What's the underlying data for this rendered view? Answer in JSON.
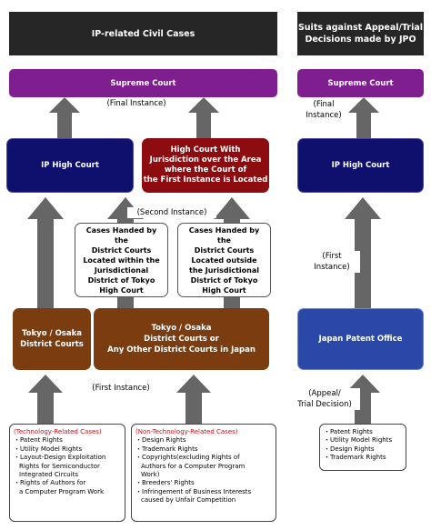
{
  "headers": {
    "civil": "IP-related Civil Cases",
    "appeal_line1": "Suits against Appeal/Trial",
    "appeal_line2": "Decisions made by JPO"
  },
  "left": {
    "supreme": "Supreme Court",
    "final_instance": "(Final Instance)",
    "ip_high_court": "IP High Court",
    "high_court": [
      "High Court With",
      "Jurisdiction over the Area",
      "where the Court of",
      "the First Instance is Located"
    ],
    "second_instance": "(Second Instance)",
    "note_within": [
      "Cases Handed by the",
      "District Courts",
      "Located within the",
      "Jurisdictional",
      "District of Tokyo",
      "High Court"
    ],
    "note_outside": [
      "Cases Handed by the",
      "District Courts",
      "Located outside",
      "the Jurisdictional",
      "District of Tokyo",
      "High Court"
    ],
    "tokyo_osaka": [
      "Tokyo / Osaka",
      "District Courts"
    ],
    "other_courts": [
      "Tokyo / Osaka",
      "District Courts or",
      "Any Other District Courts in Japan"
    ],
    "first_instance": "(First Instance)",
    "tech_cases": {
      "heading": "(Technology-Related Cases)",
      "items": [
        "・Patent Rights",
        "・Utility Model Rights",
        "・Layout-Design Exploitation",
        "  Rights for Semiconductor",
        "  Integrated Circuits",
        "・Rights of Authors for",
        "  a Computer Program Work"
      ]
    },
    "nontech_cases": {
      "heading": "(Non-Technology-Related Cases)",
      "items": [
        "・Design Rights",
        "・Trademark Rights",
        "・Copyrights(excluding Rights of",
        "  Authors for a Computer Program",
        "  Work)",
        "・Breeders' Rights",
        "・Infringement of Business Interests",
        "  caused by Unfair Competition"
      ]
    }
  },
  "right": {
    "supreme": "Supreme Court",
    "final_instance": [
      "(Final",
      "Instance)"
    ],
    "ip_high_court": "IP High Court",
    "first_instance": [
      "(First",
      "Instance)"
    ],
    "jpo": "Japan Patent Office",
    "appeal": [
      "(Appeal/",
      "Trial Decision)"
    ],
    "items": [
      "・Patent Rights",
      "・Utility Model Rights",
      "・Design Rights",
      "・Trademark Rights"
    ]
  },
  "colors": {
    "header": "#262626",
    "supreme": "#7f1f8f",
    "ip_high_court": "#0f0f6e",
    "high_court": "#8c0c10",
    "district": "#7b3d10",
    "jpo": "#2a48a8",
    "arrow": "#666666",
    "tech_heading": "#c0141c"
  }
}
